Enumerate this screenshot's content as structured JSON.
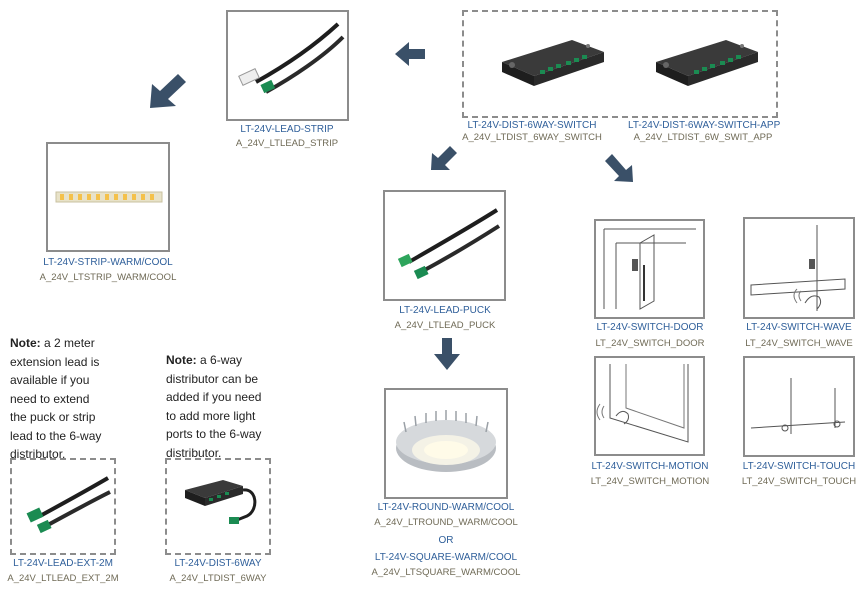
{
  "colors": {
    "label": "#2f5f9a",
    "code": "#6f6a56",
    "arrow": "#3a5068",
    "border": "#8c8c8c"
  },
  "distributors": {
    "switch": {
      "label": "LT-24V-DIST-6WAY-SWITCH",
      "code": "A_24V_LTDIST_6WAY_SWITCH"
    },
    "app": {
      "label": "LT-24V-DIST-6WAY-SWITCH-APP",
      "code": "A_24V_LTDIST_6W_SWIT_APP"
    }
  },
  "lead_strip": {
    "label": "LT-24V-LEAD-STRIP",
    "code": "A_24V_LTLEAD_STRIP"
  },
  "strip": {
    "label": "LT-24V-STRIP-WARM/COOL",
    "code": "A_24V_LTSTRIP_WARM/COOL"
  },
  "lead_puck": {
    "label": "LT-24V-LEAD-PUCK",
    "code": "A_24V_LTLEAD_PUCK"
  },
  "round": {
    "label": "LT-24V-ROUND-WARM/COOL",
    "code": "A_24V_LTROUND_WARM/COOL"
  },
  "or_text": "OR",
  "square": {
    "label": "LT-24V-SQUARE-WARM/COOL",
    "code": "A_24V_LTSQUARE_WARM/COOL"
  },
  "switches": {
    "door": {
      "label": "LT-24V-SWITCH-DOOR",
      "code": "LT_24V_SWITCH_DOOR"
    },
    "wave": {
      "label": "LT-24V-SWITCH-WAVE",
      "code": "LT_24V_SWITCH_WAVE"
    },
    "motion": {
      "label": "LT-24V-SWITCH-MOTION",
      "code": "LT_24V_SWITCH_MOTION"
    },
    "touch": {
      "label": "LT-24V-SWITCH-TOUCH",
      "code": "LT_24V_SWITCH_TOUCH"
    }
  },
  "note1": {
    "bold": "Note:",
    "lines": [
      "a 2 meter",
      "extension lead is",
      "available if you",
      "need to extend",
      "the puck or strip",
      "lead to the 6-way",
      "distributor."
    ]
  },
  "note2": {
    "bold": "Note:",
    "lines": [
      "a 6-way",
      "distributor can be",
      "added if you need",
      "to add more light",
      "ports to the 6-way",
      "distributor."
    ]
  },
  "ext": {
    "label": "LT-24V-LEAD-EXT-2M",
    "code": "A_24V_LTLEAD_EXT_2M"
  },
  "dist6": {
    "label": "LT-24V-DIST-6WAY",
    "code": "A_24V_LTDIST_6WAY"
  }
}
